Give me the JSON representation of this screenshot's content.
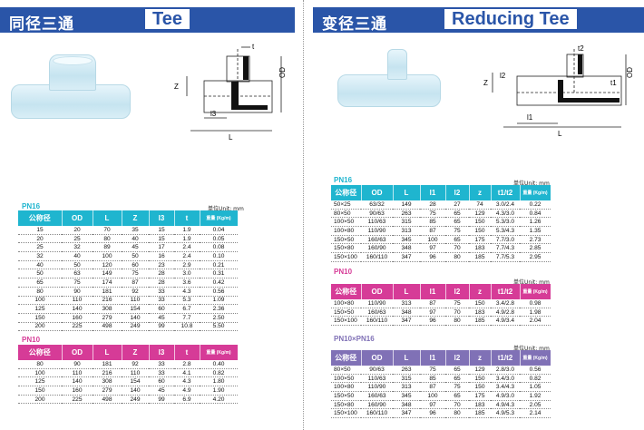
{
  "left": {
    "title_cn": "同径三通",
    "title_en": "Tee",
    "pn16": {
      "label": "PN16",
      "unit": "单位Unit: mm",
      "headers": [
        "公称径",
        "OD",
        "L",
        "Z",
        "l3",
        "t",
        "重量 (Kg/m)"
      ],
      "rows": [
        [
          "15",
          "20",
          "70",
          "35",
          "15",
          "1.9",
          "0.04"
        ],
        [
          "20",
          "25",
          "80",
          "40",
          "15",
          "1.9",
          "0.05"
        ],
        [
          "25",
          "32",
          "89",
          "45",
          "17",
          "2.4",
          "0.08"
        ],
        [
          "32",
          "40",
          "100",
          "50",
          "16",
          "2.4",
          "0.10"
        ],
        [
          "40",
          "50",
          "120",
          "60",
          "23",
          "2.9",
          "0.21"
        ],
        [
          "50",
          "63",
          "149",
          "75",
          "28",
          "3.0",
          "0.31"
        ],
        [
          "65",
          "75",
          "174",
          "87",
          "28",
          "3.6",
          "0.42"
        ],
        [
          "80",
          "90",
          "181",
          "92",
          "33",
          "4.3",
          "0.56"
        ],
        [
          "100",
          "110",
          "216",
          "110",
          "33",
          "5.3",
          "1.09"
        ],
        [
          "125",
          "140",
          "308",
          "154",
          "60",
          "6.7",
          "2.36"
        ],
        [
          "150",
          "160",
          "279",
          "140",
          "45",
          "7.7",
          "2.50"
        ],
        [
          "200",
          "225",
          "498",
          "249",
          "99",
          "10.8",
          "5.50"
        ]
      ]
    },
    "pn10": {
      "label": "PN10",
      "headers": [
        "公称径",
        "OD",
        "L",
        "Z",
        "l3",
        "t",
        "重量 (Kg/m)"
      ],
      "rows": [
        [
          "80",
          "90",
          "181",
          "92",
          "33",
          "2.8",
          "0.40"
        ],
        [
          "100",
          "110",
          "216",
          "110",
          "33",
          "4.1",
          "0.82"
        ],
        [
          "125",
          "140",
          "308",
          "154",
          "60",
          "4.3",
          "1.80"
        ],
        [
          "150",
          "160",
          "279",
          "140",
          "45",
          "4.9",
          "1.90"
        ],
        [
          "200",
          "225",
          "498",
          "249",
          "99",
          "6.9",
          "4.20"
        ]
      ]
    },
    "drawing": {
      "t": "t",
      "od": "OD",
      "z": "Z",
      "l3": "l3",
      "l": "L"
    }
  },
  "right": {
    "title_cn": "变径三通",
    "title_en": "Reducing Tee",
    "pn16": {
      "label": "PN16",
      "unit": "单位Unit: mm",
      "headers": [
        "公称径",
        "OD",
        "L",
        "l1",
        "l2",
        "z",
        "t1/t2",
        "重量 (Kg/m)"
      ],
      "rows": [
        [
          "50×25",
          "63/32",
          "149",
          "28",
          "27",
          "74",
          "3.0/2.4",
          "0.22"
        ],
        [
          "80×50",
          "90/63",
          "263",
          "75",
          "65",
          "129",
          "4.3/3.0",
          "0.84"
        ],
        [
          "100×50",
          "110/63",
          "315",
          "85",
          "65",
          "150",
          "5.3/3.0",
          "1.26"
        ],
        [
          "100×80",
          "110/90",
          "313",
          "87",
          "75",
          "150",
          "5.3/4.3",
          "1.35"
        ],
        [
          "150×50",
          "160/63",
          "345",
          "100",
          "65",
          "175",
          "7.7/3.0",
          "2.73"
        ],
        [
          "150×80",
          "160/90",
          "348",
          "97",
          "70",
          "183",
          "7.7/4.3",
          "2.85"
        ],
        [
          "150×100",
          "160/110",
          "347",
          "96",
          "80",
          "185",
          "7.7/5.3",
          "2.95"
        ]
      ]
    },
    "pn10": {
      "label": "PN10",
      "unit": "单位Unit: mm",
      "headers": [
        "公称径",
        "OD",
        "L",
        "l1",
        "l2",
        "z",
        "t1/t2",
        "重量 (Kg/m)"
      ],
      "rows": [
        [
          "100×80",
          "110/90",
          "313",
          "87",
          "75",
          "150",
          "3.4/2.8",
          "0.98"
        ],
        [
          "150×50",
          "160/63",
          "348",
          "97",
          "70",
          "183",
          "4.9/2.8",
          "1.98"
        ],
        [
          "150×100",
          "160/110",
          "347",
          "96",
          "80",
          "185",
          "4.9/3.4",
          "2.04"
        ]
      ]
    },
    "pn1016": {
      "label": "PN10×PN16",
      "unit": "单位Unit: mm",
      "headers": [
        "公称径",
        "OD",
        "L",
        "l1",
        "l2",
        "z",
        "t1/t2",
        "重量 (Kg/m)"
      ],
      "rows": [
        [
          "80×50",
          "90/63",
          "263",
          "75",
          "65",
          "129",
          "2.8/3.0",
          "0.56"
        ],
        [
          "100×50",
          "110/63",
          "315",
          "85",
          "65",
          "150",
          "3.4/3.0",
          "0.82"
        ],
        [
          "100×80",
          "110/90",
          "313",
          "87",
          "75",
          "150",
          "3.4/4.3",
          "1.05"
        ],
        [
          "150×50",
          "160/63",
          "345",
          "100",
          "65",
          "175",
          "4.9/3.0",
          "1.92"
        ],
        [
          "150×80",
          "160/90",
          "348",
          "97",
          "70",
          "183",
          "4.9/4.3",
          "2.05"
        ],
        [
          "150×100",
          "160/110",
          "347",
          "96",
          "80",
          "185",
          "4.9/5.3",
          "2.14"
        ]
      ]
    },
    "drawing": {
      "t2": "t2",
      "t1": "t1",
      "od": "OD",
      "l2": "l2",
      "z": "Z",
      "l1": "l1",
      "l": "L"
    }
  },
  "colors": {
    "header_blue": "#2a55a8",
    "cyan": "#1fb5cf",
    "magenta": "#d63b97",
    "purple": "#8071b6"
  }
}
